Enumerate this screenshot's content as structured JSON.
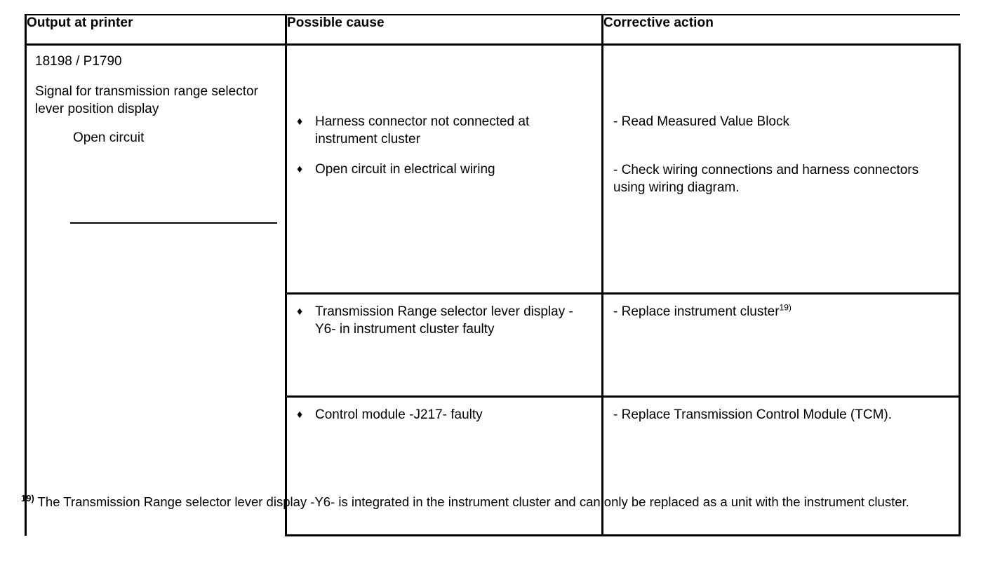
{
  "document": {
    "type": "service-manual-fault-table",
    "table": {
      "headers": [
        "Output at printer",
        "Possible cause",
        "Corrective action"
      ],
      "fault": {
        "code": "18198 / P1790",
        "description": "Signal for transmission range selector lever position display",
        "detail": "Open circuit"
      },
      "rows": [
        {
          "causes": [
            "Harness connector not connected at instrument cluster",
            "Open circuit in electrical wiring"
          ],
          "actions": [
            "- Read Measured Value Block",
            "- Check wiring connections and harness connectors using wiring diagram."
          ]
        },
        {
          "causes": [
            "Transmission Range selector lever display -Y6- in instrument cluster faulty"
          ],
          "actions_html": [
            "- Replace instrument cluster"
          ],
          "action_superscript": "19)"
        },
        {
          "causes": [
            "Control module -J217- faulty"
          ],
          "actions": [
            "- Replace Transmission Control Module (TCM)."
          ]
        }
      ],
      "bullet_glyph": "♦"
    },
    "footnote": {
      "marker": "19)",
      "text": "The Transmission Range selector lever display -Y6- is integrated in the instrument cluster and can only be replaced as a unit with the instrument cluster."
    }
  },
  "colors": {
    "ink": "#000000",
    "paper": "#ffffff"
  }
}
